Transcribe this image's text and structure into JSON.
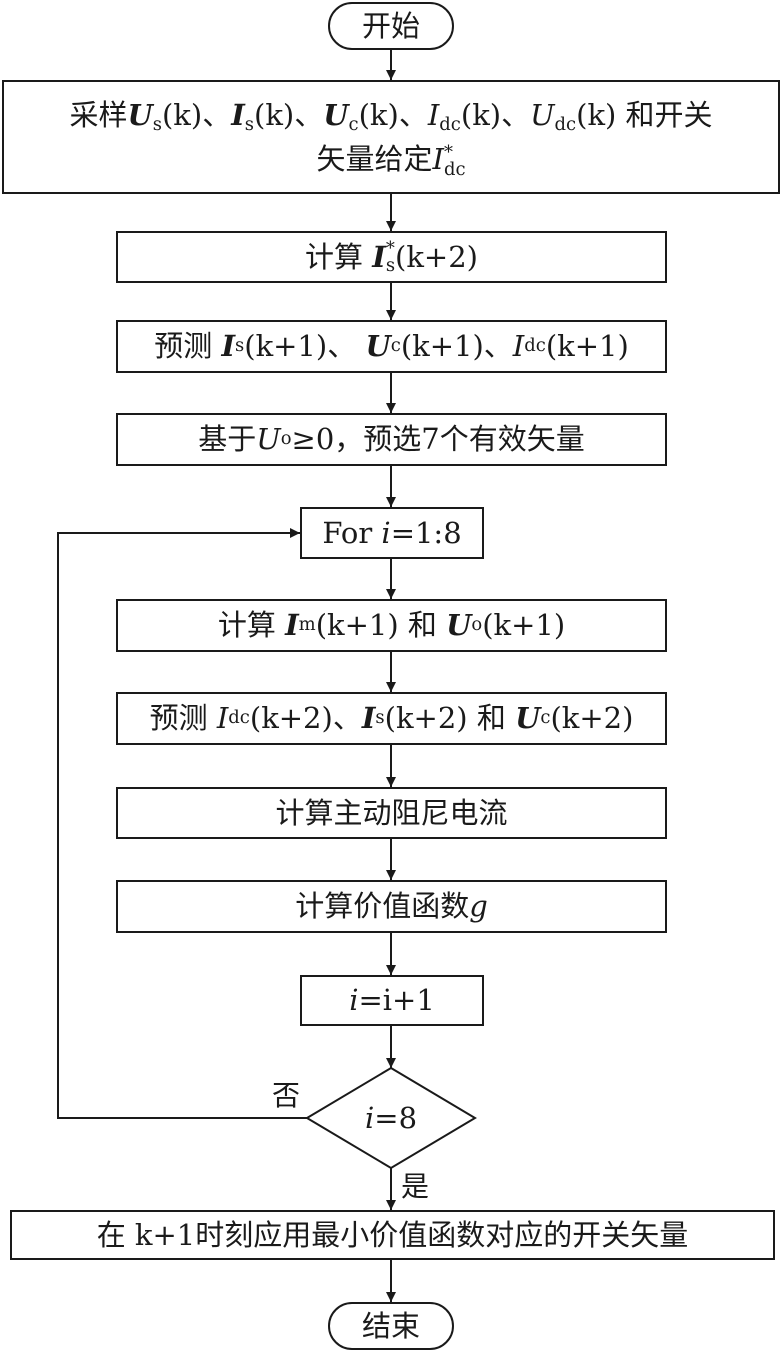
{
  "flowchart": {
    "start": "开始",
    "sample_prefix": "采样",
    "sep": "、",
    "sample_and": "和开关",
    "sample_line2": "矢量给定",
    "calc": "计算",
    "k_plus_2": "(k+2)",
    "k_plus_1": "(k+1)",
    "k": "(k)",
    "predict": "预测",
    "preselect_prefix": "基于",
    "preselect_cond": "≥0，预选7个有效矢量",
    "for_prefix": "For ",
    "for_range": "=1:8",
    "and_word": "和",
    "calc_damping": "计算主动阻尼电流",
    "calc_cost_prefix": "计算价值函数",
    "cost_var": "g",
    "increment": "=i+1",
    "decision": "=8",
    "no_label": "否",
    "yes_label": "是",
    "apply": "在 k+1时刻应用最小价值函数对应的开关矢量",
    "end": "结束",
    "sym": {
      "U": "U",
      "I": "I",
      "i": "i",
      "s": "s",
      "c": "c",
      "dc": "dc",
      "m": "m",
      "o": "o",
      "star": "*"
    }
  }
}
